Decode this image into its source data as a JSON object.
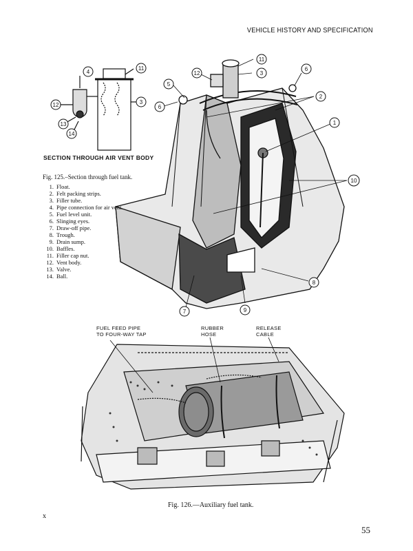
{
  "header": "VEHICLE HISTORY AND SPECIFICATION",
  "section_label": "SECTION  THROUGH  AIR  VENT  BODY",
  "fig125": {
    "title": "Fig.  125.–Section through fuel tank.",
    "items": [
      "Float.",
      "Felt packing strips.",
      "Filler tube.",
      "Pipe connection for air vent.",
      "Fuel level unit.",
      "Slinging eyes.",
      "Draw-off pipe.",
      "Trough.",
      "Drain sump.",
      "Baffles.",
      "Filler cap nut.",
      "Vent body.",
      "Valve.",
      "Ball."
    ]
  },
  "fig126": {
    "caption": "Fig. 126.—Auxiliary fuel tank.",
    "callouts": {
      "fuel_feed_line1": "FUEL FEED PIPE",
      "fuel_feed_line2": "TO FOUR-WAY TAP",
      "rubber_line1": "RUBBER",
      "rubber_line2": "HOSE",
      "release_line1": "RELEASE",
      "release_line2": "CABLE"
    }
  },
  "callout_numbers": {
    "n1": "1",
    "n2": "2",
    "n3": "3",
    "n3b": "3",
    "n4": "4",
    "n5": "5",
    "n6": "6",
    "n6b": "6",
    "n7": "7",
    "n8": "8",
    "n9": "9",
    "n10": "10",
    "n11": "11",
    "n11b": "11",
    "n12": "12",
    "n12b": "12",
    "n13": "13",
    "n14": "14"
  },
  "page_mark": "x",
  "page_number": "55"
}
